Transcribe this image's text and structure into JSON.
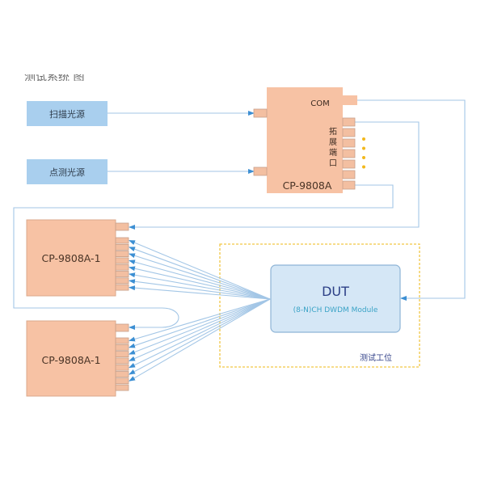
{
  "header": {
    "title_clipped": "测试系统 图"
  },
  "colors": {
    "source_box": "#a9cfee",
    "device_box": "#f7c2a4",
    "device_border": "#dba88b",
    "port_fill": "#f3bfa1",
    "port_border": "#c7a08a",
    "fiber_line": "#a3c6e6",
    "arrow": "#3c8fd3",
    "dut_fill": "#d5e7f6",
    "dut_border": "#8eb4d6",
    "station_border": "#f2c744",
    "dots": "#f2b81c"
  },
  "sources": [
    {
      "id": "sweep",
      "label": "扫描光源"
    },
    {
      "id": "point",
      "label": "点测光源"
    }
  ],
  "main_switch": {
    "model": "CP-9808A",
    "com_label": "COM",
    "expansion_label_chars": [
      "拓",
      "展",
      "端",
      "口"
    ],
    "input_ports": 2,
    "expansion_ports": 7,
    "ellipsis_dots": 4
  },
  "sub_switches": [
    {
      "model": "CP-9808A-1",
      "top_ports": 1,
      "channel_ports": 8,
      "connected_channels": 8
    },
    {
      "model": "CP-9808A-1",
      "top_ports": 1,
      "channel_ports": 8,
      "connected_channels": 7
    }
  ],
  "dut": {
    "title": "DUT",
    "subtitle": "(8-N)CH DWDM Module"
  },
  "station": {
    "label": "测试工位"
  },
  "connections": [
    {
      "from": "sources.sweep",
      "to": "main_switch.input_1"
    },
    {
      "from": "sources.point",
      "to": "main_switch.input_2"
    },
    {
      "from": "main_switch.com",
      "to": "dut.right"
    },
    {
      "from": "main_switch.expansion_1",
      "to": "sub_switches.0.top"
    },
    {
      "from": "main_switch.expansion_7",
      "to": "sub_switches.1.top"
    },
    {
      "from": "dut.left",
      "to": "sub_switches.0.channels"
    },
    {
      "from": "dut.left",
      "to": "sub_switches.1.channels"
    }
  ]
}
